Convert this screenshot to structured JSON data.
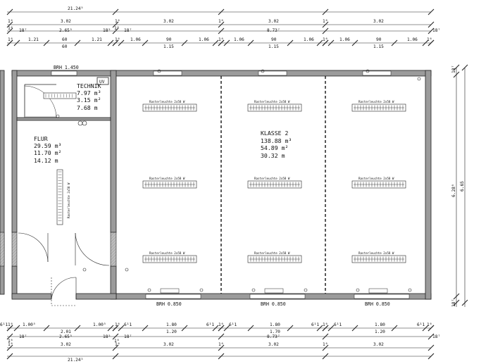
{
  "dimensions": {
    "top": {
      "total": "21.24⁵",
      "row1": [
        "1⁶",
        "3.02",
        "1⁶",
        "3.02",
        "1⁶",
        "3.02",
        "1⁶",
        "3.02"
      ],
      "row2": [
        "1⁶",
        "18⁷",
        "2.65⁵",
        "18⁵",
        "1⁶",
        "18⁷",
        "8.73⁷",
        "18⁷"
      ],
      "row3": [
        "1⁶",
        "1.21",
        "60",
        "60",
        "1.21",
        "1⁶",
        "1.06",
        "90",
        "1.15",
        "1.06",
        "1⁶",
        "1.06",
        "90",
        "1.15",
        "1.06",
        "1⁶",
        "1.06",
        "90",
        "1.15",
        "1.06",
        "1⁶"
      ]
    },
    "bottom": {
      "row1": [
        "6¹1",
        "1⁶",
        "1.00⁵",
        "2.01",
        "1.00⁵",
        "1⁶",
        "6¹1",
        "1.80",
        "1.20",
        "6¹1",
        "1⁶",
        "6¹1",
        "1.80",
        "1.70",
        "6¹1",
        "1⁶",
        "6¹1",
        "1.80",
        "1.20",
        "6¹1",
        "1⁶"
      ],
      "row2": [
        "1⁶",
        "18⁷",
        "2.65⁵",
        "18⁵",
        "1⁶",
        "18⁷",
        "8.73⁷",
        "18⁷"
      ],
      "row3": [
        "1⁶",
        "3.02",
        "1⁶",
        "3.02",
        "1⁶",
        "3.02",
        "1⁶",
        "3.02"
      ],
      "total": "21.24⁵"
    },
    "right": [
      "18⁷",
      "6.28⁶",
      "6.65",
      "18⁷"
    ]
  },
  "rooms": {
    "technik": {
      "name": "TECHNIK",
      "volume": "7.97 m³",
      "area": "3.15 m²",
      "perimeter": "7.68 m"
    },
    "flur": {
      "name": "FLUR",
      "volume": "29.59 m³",
      "area": "11.70 m²",
      "perimeter": "14.12 m"
    },
    "klasse": {
      "name": "KLASSE 2",
      "volume": "138.88 m³",
      "area": "54.89 m²",
      "perimeter": "30.32 m"
    }
  },
  "labels": {
    "brh_top": "BRH 1.450",
    "brh_bottom": [
      "BRH 0.850",
      "BRH 0.850",
      "BRH 0.850"
    ],
    "uv": "UV",
    "lamp": "Rasterleuchte 2x58 W"
  }
}
